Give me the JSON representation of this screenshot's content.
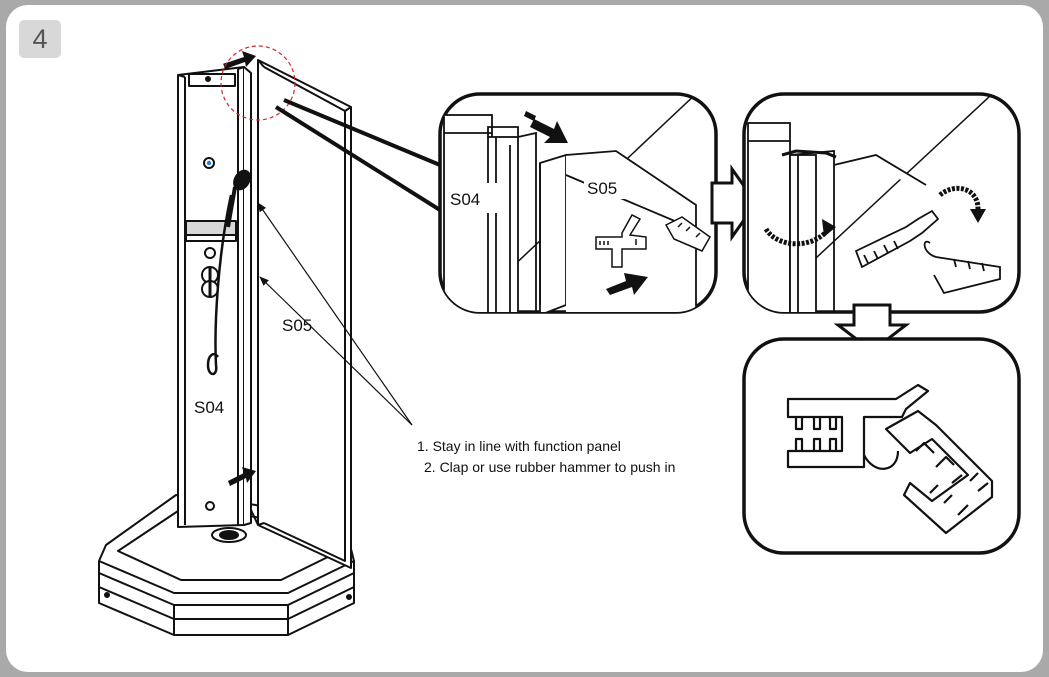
{
  "step": "4",
  "labels": {
    "panel": "S04",
    "glass": "S05",
    "detail_panel": "S04",
    "detail_glass": "S05"
  },
  "instructions": [
    "1. Stay in line with function panel",
    "2. Clap or use rubber hammer to push in"
  ],
  "colors": {
    "frame_bg": "#a9a9a9",
    "highlight_circle": "#d9232d",
    "ink": "#111111"
  }
}
